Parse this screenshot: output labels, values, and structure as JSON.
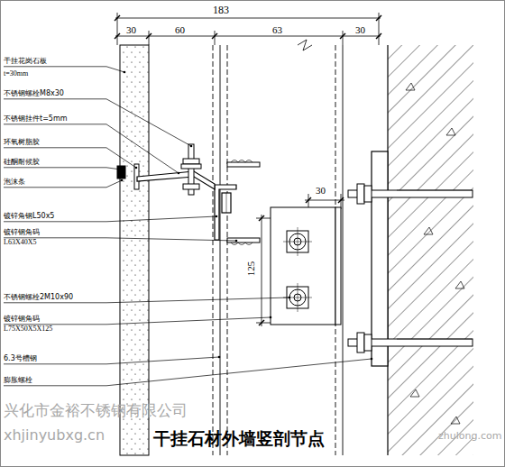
{
  "diagram": {
    "title": "干挂石材外墙竖剖节点",
    "labels": [
      "183",
      "30",
      "60",
      "63",
      "30",
      "干挂花岗石板",
      "t=30mm",
      "不锈钢螺栓M8x30",
      "不锈钢挂件t=5mm",
      "环氧树脂胶",
      "硅酮耐候胶",
      "泡沫条",
      "镀锌角钢L50x5",
      "镀锌钢角码",
      "L63X40X5",
      "不锈钢螺栓2M10x90",
      "镀锌钢角码",
      "L75X50X5X125",
      "6.3号槽钢",
      "膨胀螺栓",
      "30",
      "125",
      "兴化市金裕不锈钢有限公司",
      "xhjinyubxg.cn",
      "zhulong.com"
    ]
  }
}
